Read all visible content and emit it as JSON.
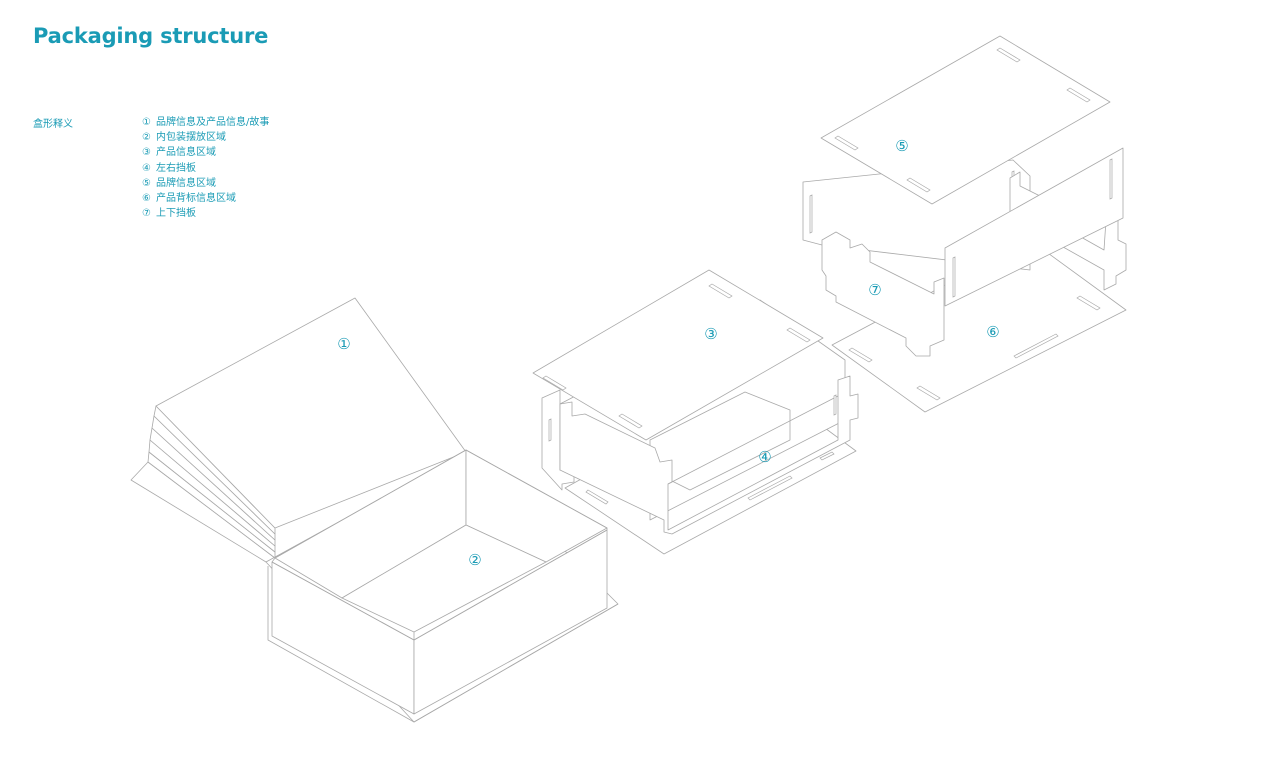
{
  "header": {
    "title": "Packaging structure"
  },
  "legend": {
    "heading": "盒形释义",
    "items": [
      {
        "num": "①",
        "label": "品牌信息及产品信息/故事"
      },
      {
        "num": "②",
        "label": "内包装摆放区域"
      },
      {
        "num": "③",
        "label": "产品信息区域"
      },
      {
        "num": "④",
        "label": "左右挡板"
      },
      {
        "num": "⑤",
        "label": "品牌信息区域"
      },
      {
        "num": "⑥",
        "label": "产品背标信息区域"
      },
      {
        "num": "⑦",
        "label": "上下挡板"
      }
    ]
  },
  "callouts": [
    "①",
    "②",
    "③",
    "④",
    "⑤",
    "⑥",
    "⑦"
  ],
  "colors": {
    "accent": "#1a9bb5",
    "line": "#a9a9a9"
  }
}
